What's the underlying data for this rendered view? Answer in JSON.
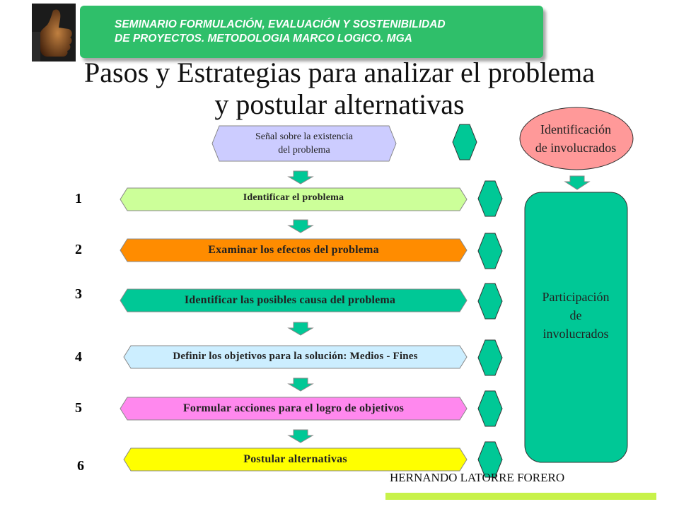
{
  "header": {
    "banner_line1": "SEMINARIO FORMULACIÓN, EVALUACIÓN Y SOSTENIBILIDAD",
    "banner_line2": "DE PROYECTOS. METODOLOGIA MARCO LOGICO. MGA",
    "logo_icon": "thumbs-up-icon"
  },
  "title": {
    "line1": "Pasos y Estrategias para analizar el problema",
    "line2": "y postular alternativas"
  },
  "signal": {
    "line1": "Señal sobre la existencia",
    "line2": "del  problema"
  },
  "steps": [
    {
      "number": "1",
      "label": "Identificar el problema",
      "color": "#ccff99"
    },
    {
      "number": "2",
      "label": "Examinar los efectos del problema",
      "color": "#ff8c00"
    },
    {
      "number": "3",
      "label": "Identificar las posibles causa del problema",
      "color": "#00c896"
    },
    {
      "number": "4",
      "label": "Definir los objetivos para la solución: Medios - Fines",
      "color": "#cceeff"
    },
    {
      "number": "5",
      "label": "Formular acciones para el logro de objetivos",
      "color": "#ff88ee"
    },
    {
      "number": "6",
      "label": "Postular alternativas",
      "color": "#ffff00"
    }
  ],
  "identification": {
    "line1": "Identificación",
    "line2": "de involucrados",
    "color": "#ff9999"
  },
  "participation": {
    "line1": "Participación",
    "line2": "de",
    "line3": "involucrados",
    "color": "#00c896"
  },
  "footer": {
    "author": "HERNANDO LATORRE FORERO",
    "bar_color": "#c8f24a"
  },
  "colors": {
    "signal_fill": "#ccccff",
    "arrow_green": "#00c896",
    "banner_green": "#2fbf6a"
  }
}
